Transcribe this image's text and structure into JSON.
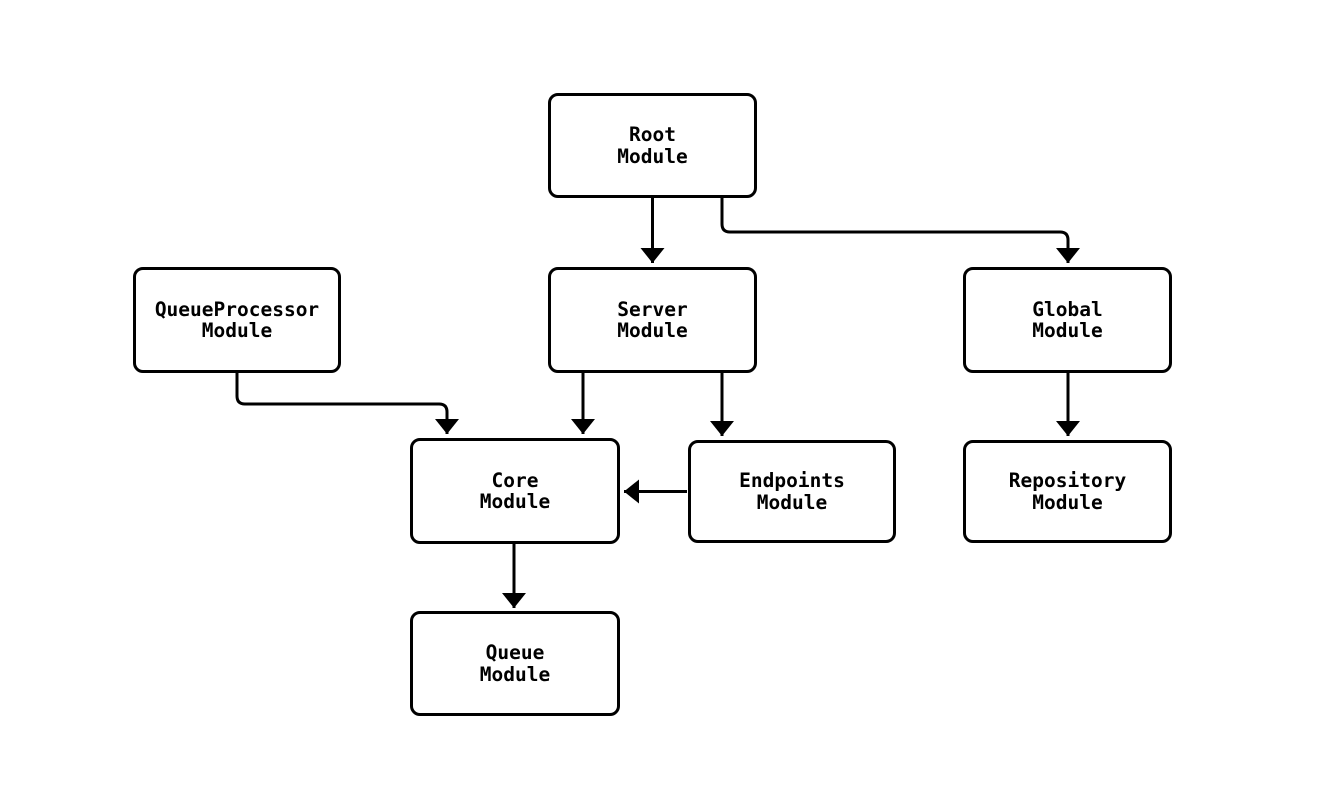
{
  "diagram": {
    "type": "flowchart",
    "nodes": [
      {
        "id": "root",
        "line1": "Root",
        "line2": "Module"
      },
      {
        "id": "queueprocessor",
        "line1": "QueueProcessor",
        "line2": "Module"
      },
      {
        "id": "server",
        "line1": "Server",
        "line2": "Module"
      },
      {
        "id": "global",
        "line1": "Global",
        "line2": "Module"
      },
      {
        "id": "core",
        "line1": "Core",
        "line2": "Module"
      },
      {
        "id": "endpoints",
        "line1": "Endpoints",
        "line2": "Module"
      },
      {
        "id": "repository",
        "line1": "Repository",
        "line2": "Module"
      },
      {
        "id": "queue",
        "line1": "Queue",
        "line2": "Module"
      }
    ],
    "edges": [
      {
        "from": "Root Module",
        "to": "Server Module"
      },
      {
        "from": "Root Module",
        "to": "Global Module"
      },
      {
        "from": "QueueProcessor Module",
        "to": "Core Module"
      },
      {
        "from": "Server Module",
        "to": "Core Module"
      },
      {
        "from": "Server Module",
        "to": "Endpoints Module"
      },
      {
        "from": "Endpoints Module",
        "to": "Core Module"
      },
      {
        "from": "Global Module",
        "to": "Repository Module"
      },
      {
        "from": "Core Module",
        "to": "Queue Module"
      }
    ],
    "colors": {
      "background": "#ffffff",
      "node_fill": "#ffffff",
      "node_border": "#000000",
      "edge": "#000000",
      "text": "#000000"
    }
  }
}
